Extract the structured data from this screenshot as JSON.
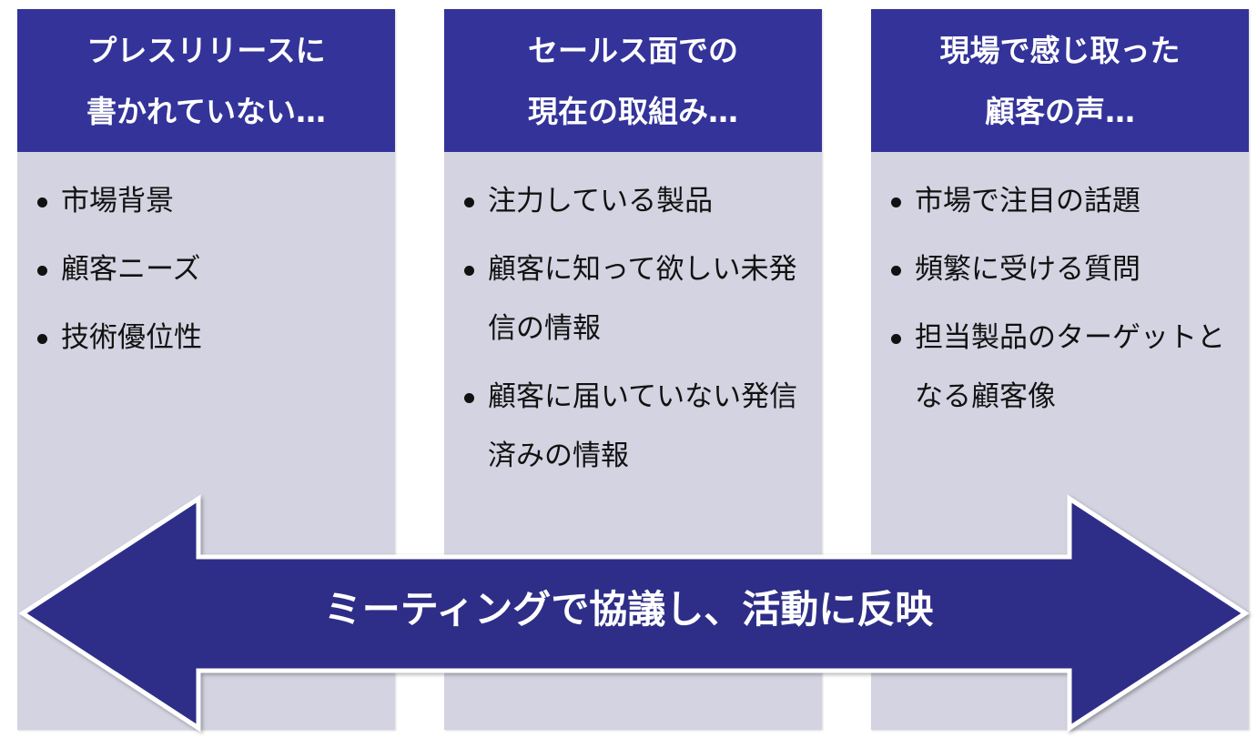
{
  "columns": [
    {
      "title_lines": [
        "プレスリリースに",
        "書かれていない…"
      ],
      "items": [
        "市場背景",
        "顧客ニーズ",
        "技術優位性"
      ]
    },
    {
      "title_lines": [
        "セールス面での",
        "現在の取組み…"
      ],
      "items": [
        "注力している製品",
        "顧客に知って欲しい未発信の情報",
        "顧客に届いていない発信済みの情報"
      ]
    },
    {
      "title_lines": [
        "現場で感じ取った",
        "顧客の声…"
      ],
      "items": [
        "市場で注目の話題",
        "頻繁に受ける質問",
        "担当製品のターゲットとなる顧客像"
      ]
    }
  ],
  "arrow": {
    "label": "ミーティングで協議し、活動に反映",
    "color": "#2e2e88"
  },
  "colors": {
    "header": "#33339a",
    "body": "#d3d3e1"
  }
}
